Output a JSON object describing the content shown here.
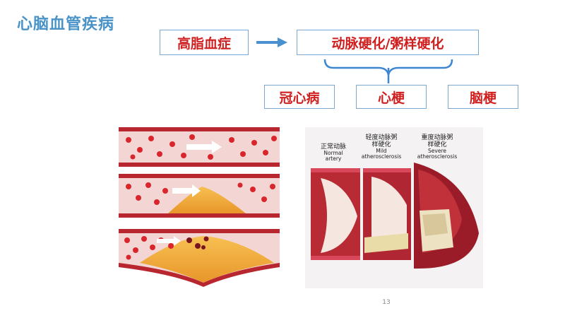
{
  "title": "心脑血管疾病",
  "flow": {
    "cause": "高脂血症",
    "result": "动脉硬化/粥样硬化",
    "outcomes": [
      "冠心病",
      "心梗",
      "脑梗"
    ]
  },
  "right_figure": {
    "labels": [
      {
        "zh": "正常动脉",
        "en": "Normal artery"
      },
      {
        "zh": "轻度动脉粥样硬化",
        "en": "Mild atherosclerosis"
      },
      {
        "zh": "重度动脉粥样硬化",
        "en": "Severe atherosclerosis"
      }
    ]
  },
  "page_number": "13",
  "colors": {
    "title": "#4a93c9",
    "box_border": "#7aa8d2",
    "box_text": "#d01f1f",
    "arrow": "#4a8fd0"
  }
}
